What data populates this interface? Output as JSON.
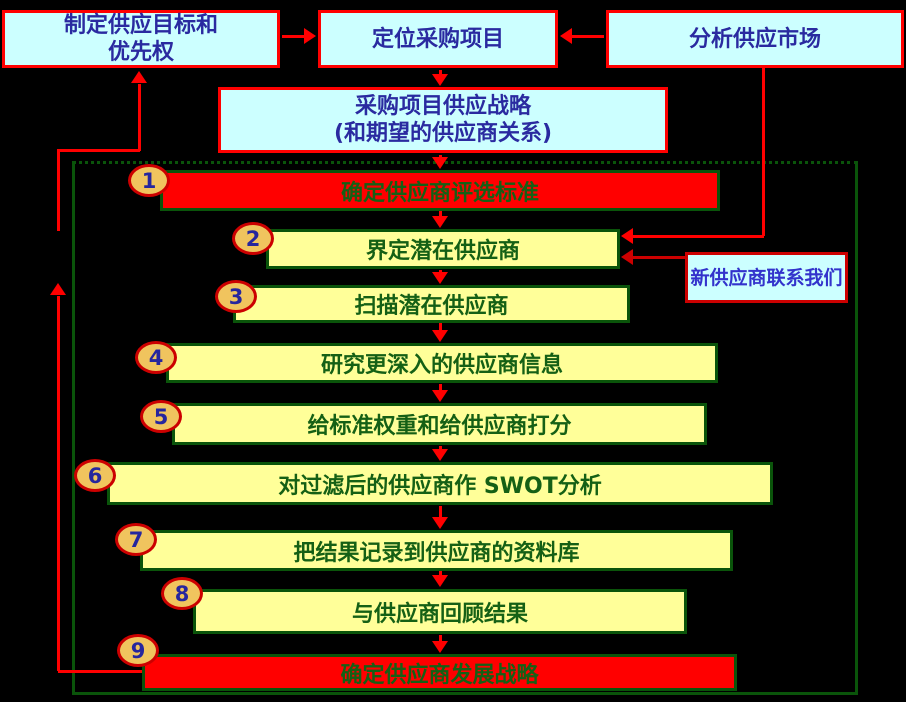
{
  "slide_title": "supplier evaluation and selection process flowchart",
  "colors": {
    "background": "#000000",
    "box_fill_blue": "#ccffff",
    "step_fill_yellow": "#ffff99",
    "step_fill_red": "#ff0000",
    "red": "#ff0000",
    "dark_red": "#cc0000",
    "step_border_green": "#0a540a",
    "container_border_green": "#0a540a",
    "step_text_green": "#156015",
    "text_blue": "#2a2aa0",
    "circle_fill": "#f0c45e",
    "circle_border": "#cc0000",
    "number_blue": "#26269e"
  },
  "top": {
    "goals": {
      "line1": "制定供应目标和",
      "line2": "优先权"
    },
    "position": {
      "label": "定位采购项目"
    },
    "market": {
      "label": "分析供应市场"
    },
    "strategy": {
      "line1": "采购项目供应战略",
      "line2": "(和期望的供应商关系)"
    }
  },
  "contact_box": {
    "label": "新供应商联系我们"
  },
  "steps": [
    {
      "number": "1",
      "label": "确定供应商评选标准",
      "type": "highlight"
    },
    {
      "number": "2",
      "label": "界定潜在供应商",
      "type": "normal"
    },
    {
      "number": "3",
      "label": "扫描潜在供应商",
      "type": "normal"
    },
    {
      "number": "4",
      "label": "研究更深入的供应商信息",
      "type": "normal"
    },
    {
      "number": "5",
      "label": "给标准权重和给供应商打分",
      "type": "normal"
    },
    {
      "number": "6",
      "label": "对过滤后的供应商作 SWOT分析",
      "type": "normal"
    },
    {
      "number": "7",
      "label": "把结果记录到供应商的资料库",
      "type": "normal"
    },
    {
      "number": "8",
      "label": "与供应商回顾结果",
      "type": "normal"
    },
    {
      "number": "9",
      "label": "确定供应商发展战略",
      "type": "highlight"
    }
  ]
}
